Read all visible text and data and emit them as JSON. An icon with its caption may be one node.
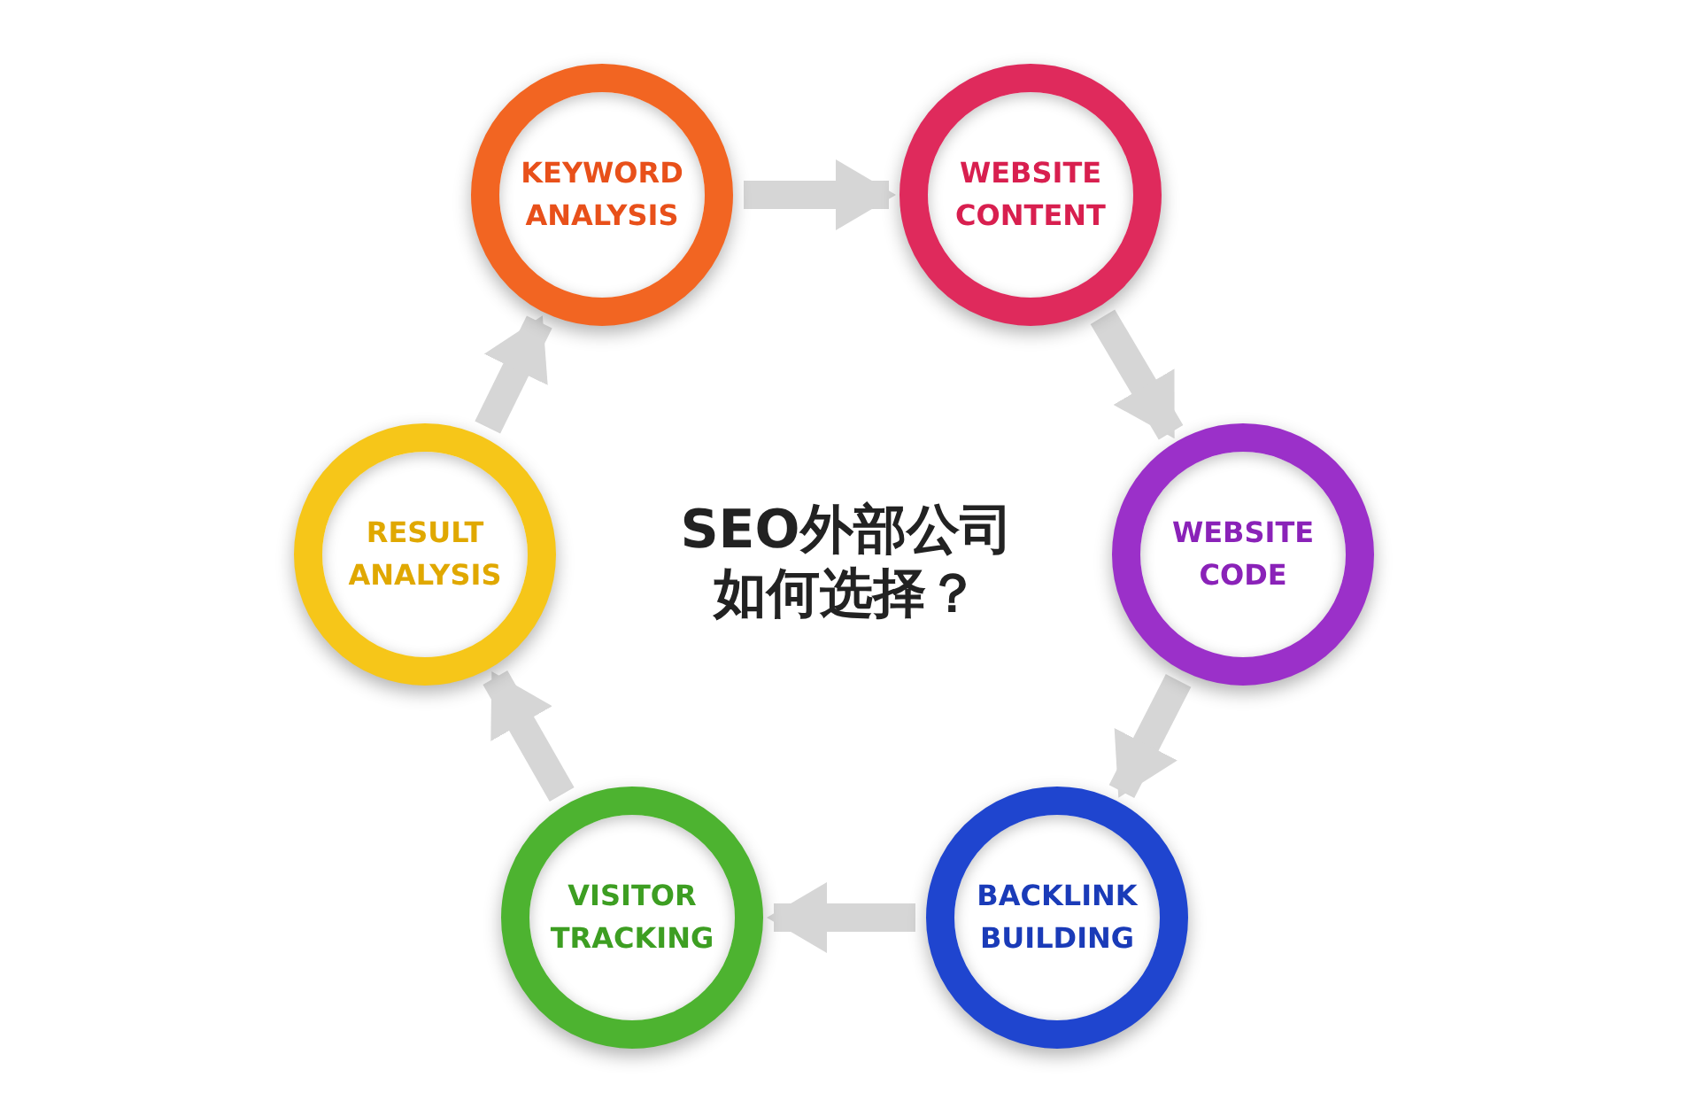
{
  "diagram": {
    "title": "SEO外部公司如何选择？",
    "nodes": [
      {
        "text": [
          "KEYWORD ANALYSIS"
        ]
      },
      {
        "text": [
          "WEBSITE CONTENT"
        ]
      },
      {
        "text": [
          "WEBSITE CODE"
        ]
      },
      {
        "text": [
          "BACKLINK BUILDING"
        ]
      },
      {
        "text": [
          "VISITOR TRACKING"
        ]
      },
      {
        "text": [
          "RESULT ANALYSIS"
        ]
      }
    ],
    "edges": [
      {
        "from": 0,
        "to": 1,
        "arrow": "to"
      },
      {
        "from": 1,
        "to": 2,
        "arrow": "to"
      },
      {
        "from": 2,
        "to": 3,
        "arrow": "to"
      },
      {
        "from": 3,
        "to": 4,
        "arrow": "to"
      },
      {
        "from": 4,
        "to": 5,
        "arrow": "to"
      },
      {
        "from": 5,
        "to": 0,
        "arrow": "to"
      }
    ]
  }
}
